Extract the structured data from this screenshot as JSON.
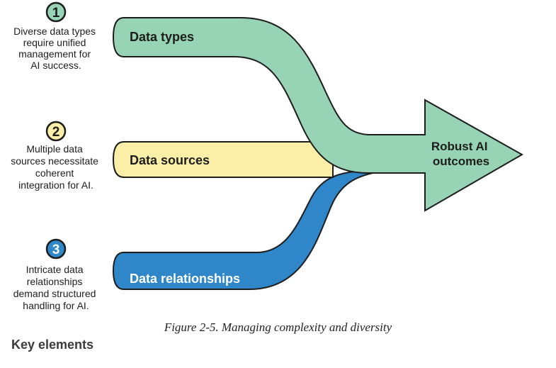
{
  "diagram": {
    "steps": [
      {
        "number": "1",
        "label": "Data types",
        "note": [
          "Diverse data types",
          "require unified",
          "management for",
          "AI success."
        ]
      },
      {
        "number": "2",
        "label": "Data sources",
        "note": [
          "Multiple data",
          "sources necessitate",
          "coherent",
          "integration for AI."
        ]
      },
      {
        "number": "3",
        "label": "Data relationships",
        "note": [
          "Intricate data",
          "relationships",
          "demand structured",
          "handling for AI."
        ]
      }
    ],
    "outcome": [
      "Robust AI",
      "outcomes"
    ]
  },
  "colors": {
    "green": "#97d3b5",
    "yellow": "#fbeea6",
    "blue": "#2f87c9",
    "outline": "#1d1d1d"
  },
  "caption": "Figure 2-5. Managing complexity and diversity",
  "heading": "Key elements"
}
